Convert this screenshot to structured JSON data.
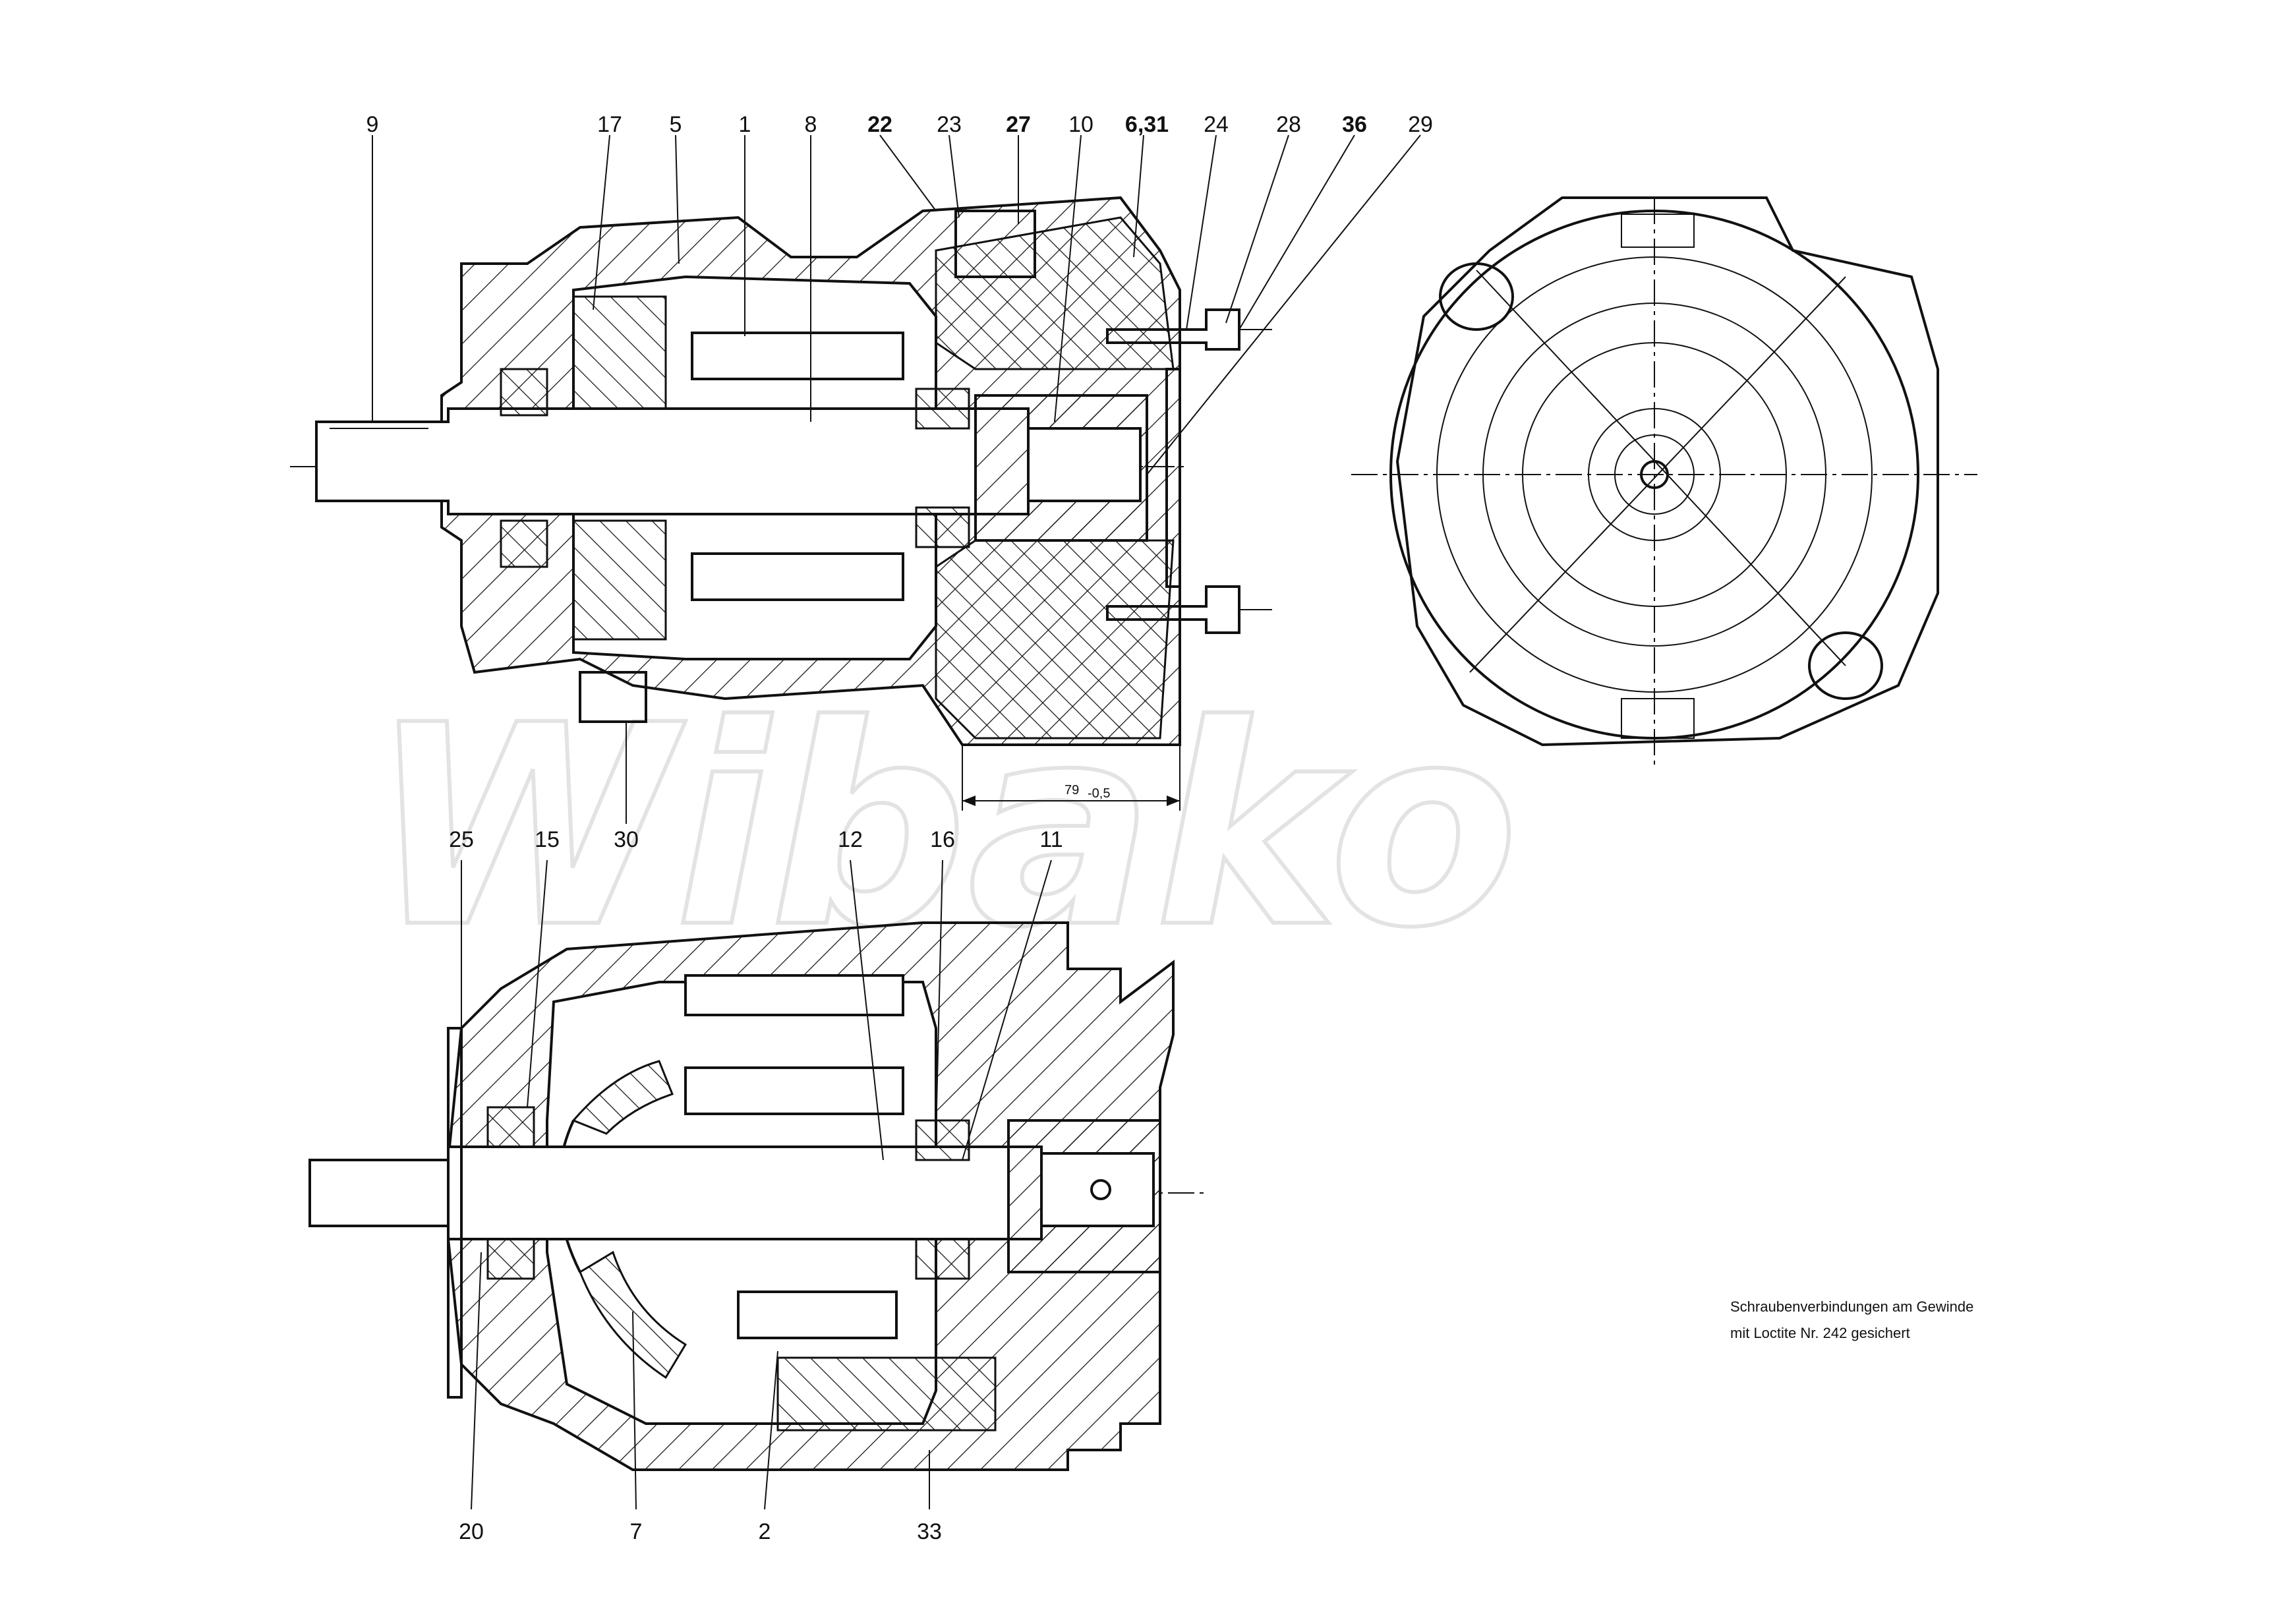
{
  "watermark": {
    "text": "Wibako"
  },
  "callouts_top": [
    {
      "id": "9",
      "text": "9",
      "bold": false
    },
    {
      "id": "17",
      "text": "17",
      "bold": false
    },
    {
      "id": "5",
      "text": "5",
      "bold": false
    },
    {
      "id": "1",
      "text": "1",
      "bold": false
    },
    {
      "id": "8",
      "text": "8",
      "bold": false
    },
    {
      "id": "22",
      "text": "22",
      "bold": true
    },
    {
      "id": "23",
      "text": "23",
      "bold": false
    },
    {
      "id": "27",
      "text": "27",
      "bold": true
    },
    {
      "id": "10",
      "text": "10",
      "bold": false
    },
    {
      "id": "631",
      "text": "6,31",
      "bold": true
    },
    {
      "id": "24",
      "text": "24",
      "bold": false
    },
    {
      "id": "28",
      "text": "28",
      "bold": false
    },
    {
      "id": "36",
      "text": "36",
      "bold": true
    },
    {
      "id": "29",
      "text": "29",
      "bold": false
    },
    {
      "id": "30",
      "text": "30",
      "bold": false
    }
  ],
  "callouts_bottom": [
    {
      "id": "25",
      "text": "25"
    },
    {
      "id": "15",
      "text": "15"
    },
    {
      "id": "12",
      "text": "12"
    },
    {
      "id": "16",
      "text": "16"
    },
    {
      "id": "11",
      "text": "11"
    },
    {
      "id": "20",
      "text": "20"
    },
    {
      "id": "7",
      "text": "7"
    },
    {
      "id": "2",
      "text": "2"
    },
    {
      "id": "33",
      "text": "33"
    }
  ],
  "dimension": {
    "main": "79",
    "tolerance": "-0,5"
  },
  "note": {
    "line1": "Schraubenverbindungen am Gewinde",
    "line2": "mit Loctite Nr. 242 gesichert"
  }
}
